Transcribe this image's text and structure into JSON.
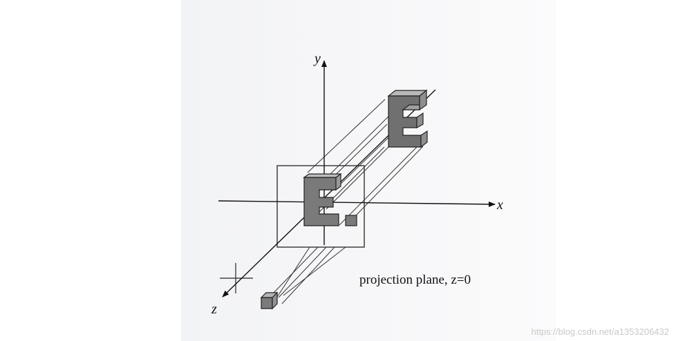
{
  "diagram": {
    "axes": {
      "x": "x",
      "y": "y",
      "z": "z"
    },
    "caption": "projection plane, z=0"
  },
  "watermark": "https://blog.csdn.net/a1353206432"
}
